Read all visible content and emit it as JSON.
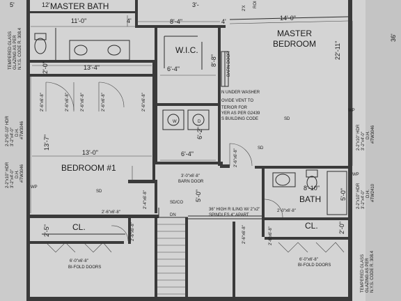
{
  "rooms": {
    "master_bath": "MASTER BATH",
    "master_bedroom_line1": "MASTER",
    "master_bedroom_line2": "BEDROOM",
    "wic": "W.I.C.",
    "bedroom1": "BEDROOM #1",
    "closet_left": "CL.",
    "closet_right": "CL.",
    "bath": "BATH"
  },
  "dimensions": {
    "d12": "12'",
    "d11_0": "11'-0\"",
    "d4_top": "4'",
    "d8_4": "8'-4\"",
    "d3": "3'-",
    "d4_mid": "4'",
    "d14_0": "14'-0\"",
    "d22_11": "22'-11\"",
    "d6_4_wic": "6'-4\"",
    "d8_8": "8'-8\"",
    "d2_0_left": "2'-0\"",
    "d13_4": "13'-4\"",
    "d13_7": "13'-7\"",
    "d13_0": "13'-0\"",
    "d6_4_laundry": "6'-4\"",
    "d6_2": "6'-2\"",
    "d5_0": "5'-0\"",
    "d8_10": "8'-10\"",
    "d5_0_bath": "5'-0\"",
    "d2_5": "2'-5\"",
    "d2_0_right": "2'-0\""
  },
  "notes": {
    "laundry": [
      "N UNDER WASHER",
      "OVIDE VENT TO",
      "TERIOR FOR",
      "YER AS PER G2439",
      "S BUILDING CODE"
    ],
    "barn_door_wic": "BARN DOOR",
    "barn_door_hall_size": "3'-0\"x6'-8\"",
    "barn_door_hall": "BARN DOOR",
    "railing": [
      "36\" HIGH R      ILING W/ 2\"x2\"",
      "SPINDLES        4\" APART"
    ],
    "bifold_left_size": "6'-0\"x6'-8\"",
    "bifold_left": "BI-FOLD DOORS",
    "bifold_right_size": "6'-0\"x6'-8\"",
    "bifold_right": "BI-FOLD DOORS",
    "tempered_left": [
      "TEMPERED GLASS",
      "GLAZING AS PER",
      "N.Y.S. CODE R. 308.4"
    ],
    "tempered_right": [
      "TEMPERED GLASS",
      "GLAZING AS PER",
      "N.Y.S. CODE R. 308.4"
    ],
    "window_left_a": [
      "2-2\"x5'-10\" HDR",
      "3'-2\"x4'-0\"",
      "D.H.",
      "#TW3046"
    ],
    "window_left_b": [
      "2-2\"x10\" HDR",
      "3'-2\"x4'-0\"",
      "D.H.",
      "#TW3046"
    ],
    "window_right_a": [
      "2-2\"x10\" HDR",
      "3'-2\"x4'-0\"",
      "D.H.",
      "#TW3046"
    ],
    "window_right_b": [
      "2-2\"x10\" HDR",
      "3'-2\"x4'-0\"",
      "D.H.",
      "#TW2410"
    ],
    "door_2_6_a": "2'-6\"x6'-8\"",
    "door_2_6_b": "2'-6\"x6'-8\"",
    "door_2_6_c": "2'-6\"x6'-8\"",
    "door_2_6_d": "2'-6\"x6'-8\"",
    "door_2_6_e": "2'-6\"x6'-8\"",
    "door_2_6_f": "2'-6\"x6'-8\"",
    "door_2_6_g": "2'-6\"x6'-8\"",
    "door_2_0": "2'-0\"x6'-8\"",
    "door_2_4": "2'-4\"x6'-8\"",
    "door_2_6_h": "2'-6\"x6'-8\"",
    "door_2_6_i": "2'-6\"x6'-8\"",
    "door_2_6_j": "2'-6\"x6'-8\"",
    "sd": "SD",
    "sdco": "SD/CO",
    "dn": "DN",
    "wp": "WP",
    "w": "W",
    "d": "D",
    "right_edge": "36'",
    "top_right": [
      "2'X",
      "ROI"
    ],
    "top_left": "5'"
  },
  "colors": {
    "paper": "#d6d6d6",
    "ink": "#1a1a1a"
  }
}
